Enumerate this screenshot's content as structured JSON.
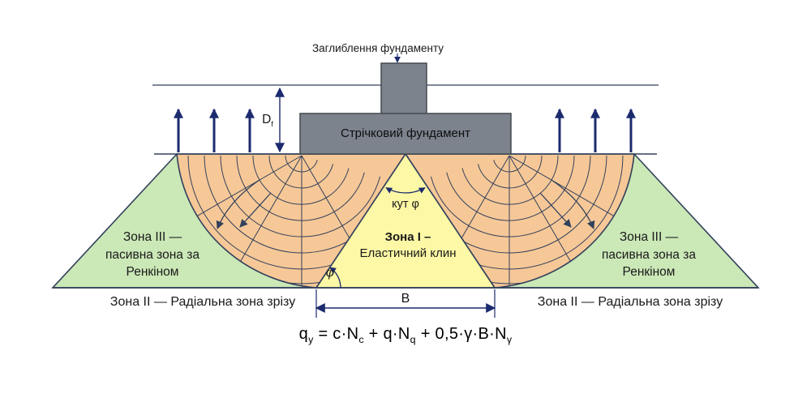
{
  "diagram": {
    "labels": {
      "embedment": "Заглиблення фундаменту",
      "foundation": "Стрічковий фундамент",
      "df_base": "D",
      "df_sub": "f",
      "apex_angle": "кут φ",
      "zone1_line1": "Зона I –",
      "zone1_line2": "Еластичний клин",
      "phi": "φ",
      "zone3_line1": "Зона III —",
      "zone3_line2": "пасивна зона за",
      "zone3_line3": "Ренкіном",
      "zone2": "Зона II — Радіальна зона зрізу",
      "b": "B"
    },
    "formula": {
      "p0": "q",
      "s0": "y",
      "p1": " = c·N",
      "s1": "c",
      "p2": " + q·N",
      "s2": "q",
      "p3": " + 0,5·γ·B·N",
      "s3": "γ"
    },
    "colors": {
      "wedge": "#FCF8A5",
      "radial_zone": "#F6C897",
      "passive_zone": "#CBE8B7",
      "foundation": "#7C838D",
      "foundation_border": "#43494F",
      "line": "#33415C",
      "arrow": "#1C2B6E"
    }
  }
}
